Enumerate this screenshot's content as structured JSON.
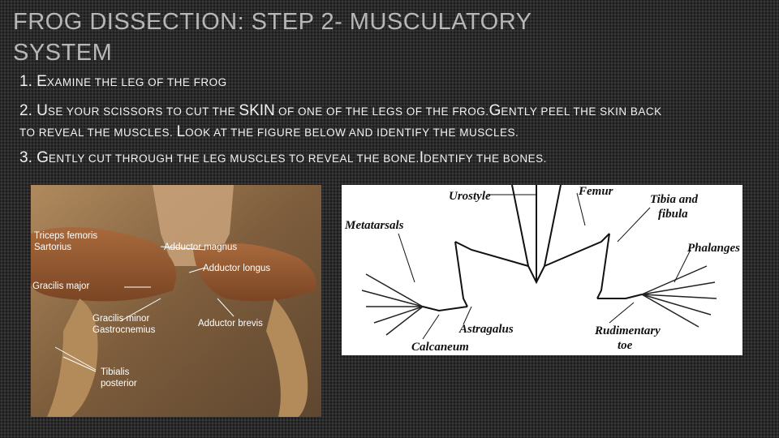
{
  "title": "FROG DISSECTION: STEP 2- MUSCULATORY SYSTEM",
  "steps": {
    "s1": {
      "num": "1. ",
      "cap": "E",
      "rest": "XAMINE THE LEG OF THE FROG"
    },
    "s2": {
      "num": "2. ",
      "cap1": "U",
      "rest1": "SE YOUR SCISSORS TO CUT THE ",
      "skin": "SKIN",
      "rest2": " OF ONE OF THE LEGS OF THE FROG.",
      "cap2": "G",
      "rest3": "ENTLY PEEL THE SKIN BACK",
      "line2a": "TO REVEAL THE MUSCLES. ",
      "cap3": "L",
      "line2b": "OOK AT THE FIGURE BELOW AND IDENTIFY THE MUSCLES."
    },
    "s3": {
      "num": "3. ",
      "cap1": "G",
      "rest1": "ENTLY CUT THROUGH THE LEG MUSCLES TO REVEAL THE BONE.",
      "cap2": "I",
      "rest2": "DENTIFY THE BONES."
    }
  },
  "muscle_labels": {
    "triceps": "Triceps femoris",
    "sartorius": "Sartorius",
    "adductor_magnus": "Adductor magnus",
    "adductor_longus": "Adductor longus",
    "gracilis_major": "Gracilis major",
    "gracilis_minor": "Gracilis minor",
    "gastrocnemius": "Gastrocnemius",
    "adductor_brevis": "Adductor brevis",
    "tibialis1": "Tibialis",
    "tibialis2": "posterior"
  },
  "bone_labels": {
    "urostyle": "Urostyle",
    "femur": "Femur",
    "tibia1": "Tibia and",
    "tibia2": "fibula",
    "metatarsals": "Metatarsals",
    "phalanges": "Phalanges",
    "astragalus": "Astragalus",
    "rudimentary1": "Rudimentary",
    "rudimentary2": "toe",
    "calcaneum": "Calcaneum"
  },
  "colors": {
    "background": "#2a2a2a",
    "title": "#b7b7b7",
    "text": "#f2f2f2"
  }
}
